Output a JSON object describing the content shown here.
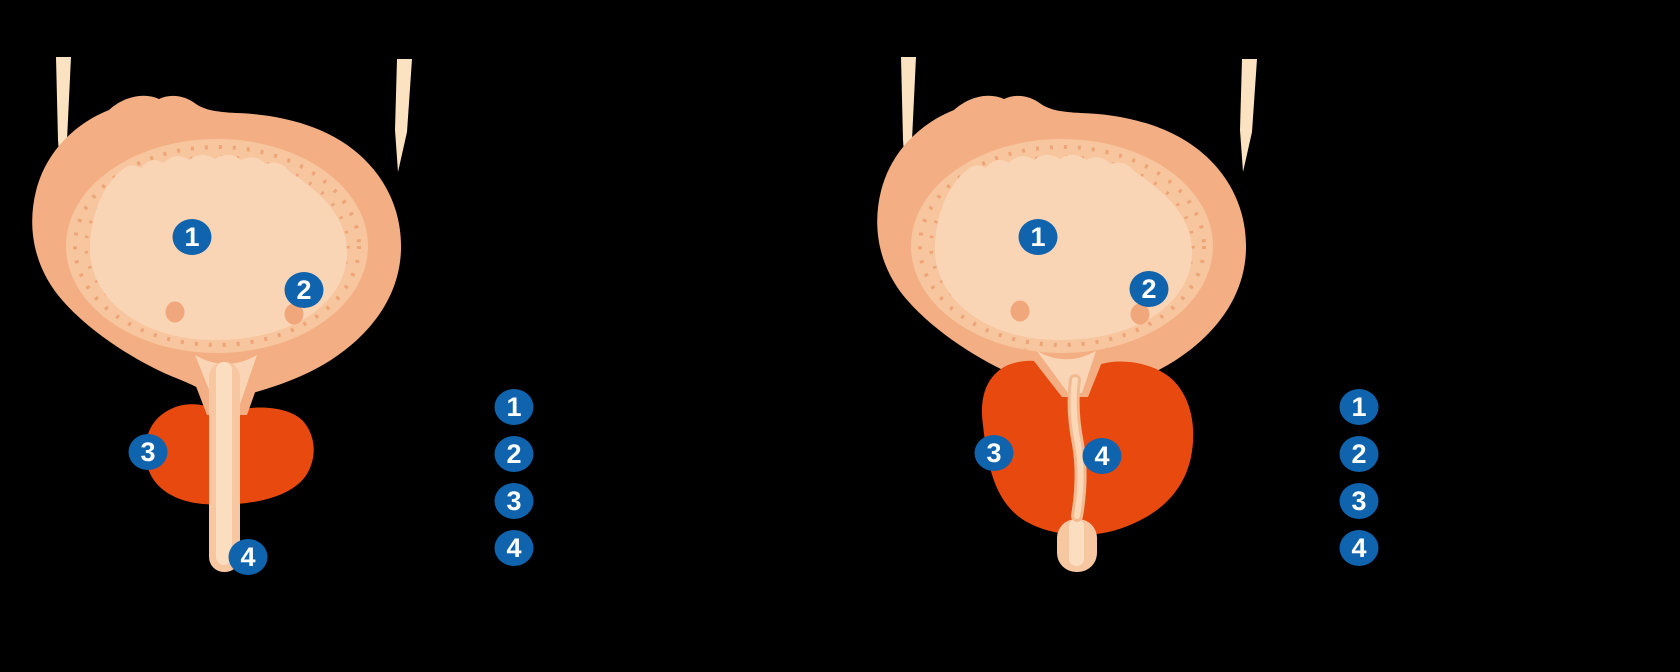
{
  "panels": [
    {
      "name": "normal-prostate-diagram",
      "callouts": [
        "1",
        "2",
        "3",
        "4"
      ],
      "legend": [
        "1",
        "2",
        "3",
        "4"
      ]
    },
    {
      "name": "enlarged-prostate-diagram",
      "callouts": [
        "1",
        "2",
        "3",
        "4"
      ],
      "legend": [
        "1",
        "2",
        "3",
        "4"
      ]
    }
  ],
  "colors": {
    "background": "#000000",
    "callout_badge_blue": "#1063AD",
    "badge_number": "#FFFFFF",
    "bladder_wall": "#F3AF83",
    "bladder_muscle_band": "#F7C59E",
    "band_speckle": "#EDA577",
    "bladder_interior": "#FAD5B5",
    "ureter": "#FBE3C1",
    "prostate": "#E7490E",
    "urethra": "#F6C7A0",
    "urethra_highlight": "#FBDDC0",
    "ureteral_opening": "#F0A77B"
  }
}
